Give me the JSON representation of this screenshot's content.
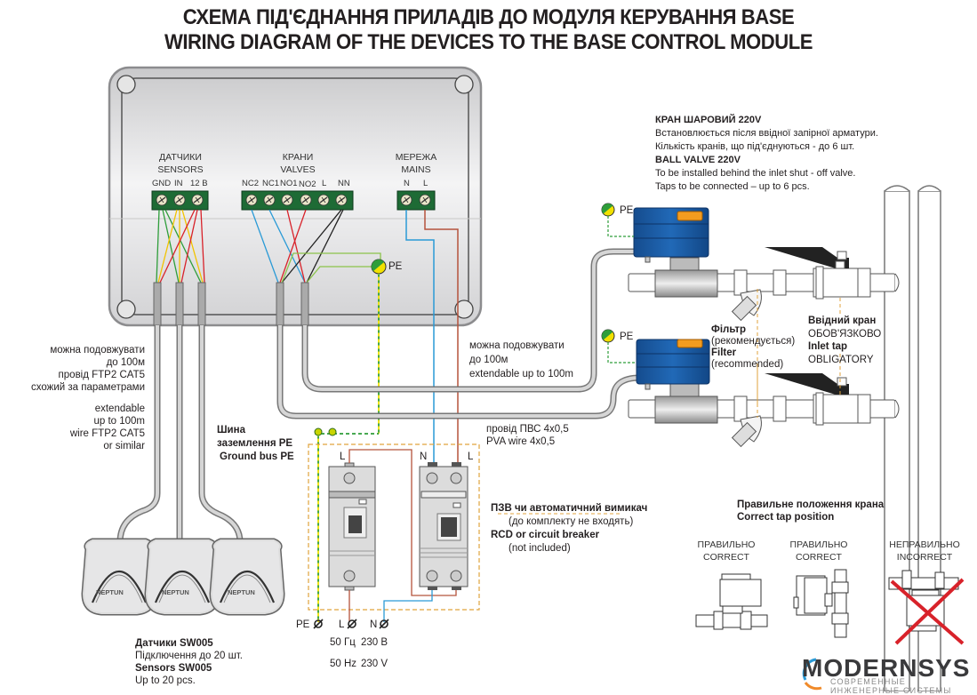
{
  "title": {
    "line1": "СХЕМА ПІД'ЄДНАННЯ ПРИЛАДІВ ДО МОДУЛЯ КЕРУВАННЯ BASE",
    "line2": "WIRING DIAGRAM OF THE DEVICES TO THE BASE CONTROL MODULE"
  },
  "module": {
    "sensors": {
      "label_ua": "ДАТЧИКИ",
      "label_en": "SENSORS",
      "terminals": [
        "GND",
        "IN",
        "12 B"
      ]
    },
    "valves": {
      "label_ua": "КРАНИ",
      "label_en": "VALVES",
      "terminals": [
        "NC2",
        "NC1",
        "NO1",
        "NO2",
        "L",
        "NN"
      ]
    },
    "mains": {
      "label_ua": "МЕРЕЖА",
      "label_en": "MAINS",
      "terminals": [
        "N",
        "L"
      ]
    },
    "pe_label": "PE"
  },
  "sensor_cable_note": {
    "ua": [
      "можна подовжувати",
      "до 100м",
      "провід FTP2 CAT5",
      "схожий за параметрами"
    ],
    "en": [
      "extendable",
      "up to 100m",
      "wire FTP2 CAT5",
      "or similar"
    ]
  },
  "valve_cable_note": {
    "lines": [
      "можна подовжувати",
      "до 100м",
      "extendable up to 100m"
    ]
  },
  "ball_valve": {
    "title_ua": "КРАН ШАРОВИЙ 220V",
    "desc_ua": [
      "Встановлюється після ввідної запірної арматури.",
      "Кількість кранів, що під'єднуються - до 6 шт."
    ],
    "title_en": "BALL VALVE 220V",
    "desc_en": [
      "To be installed behind the inlet shut - off valve.",
      "Taps to be connected – up to 6 pcs."
    ],
    "pe_label": "PE"
  },
  "filter": {
    "title_ua": "Фільтр",
    "sub_ua": "(рекомендується)",
    "title_en": "Filter",
    "sub_en": "(recommended)"
  },
  "inlet_tap": {
    "title_ua": "Ввідний кран",
    "sub_ua": "ОБОВ'ЯЗКОВО",
    "title_en": "Inlet tap",
    "sub_en": "OBLIGATORY"
  },
  "pva_wire": {
    "ua": "провід ПВС 4х0,5",
    "en": "PVA wire 4x0,5"
  },
  "ground_bus": {
    "line1": "Шина",
    "line2": "заземлення PE",
    "line3": "Ground bus PE"
  },
  "breakers": {
    "left_label": "L",
    "right_labels": [
      "N",
      "L"
    ],
    "note_ua": "ПЗВ чи автоматичний вимикач",
    "note_ua_sub": "(до комплекту не входять)",
    "note_en": "RCD or circuit breaker",
    "note_en_sub": "(not included)"
  },
  "power_input": {
    "terminals": [
      "PE",
      "L",
      "N"
    ],
    "freq_ua": "50 Гц",
    "volt_ua": "230 В",
    "freq_en": "50 Hz",
    "volt_en": "230 V"
  },
  "sensors_caption": {
    "title_ua": "Датчики SW005",
    "sub_ua": "Підключення до 20 шт.",
    "title_en": "Sensors SW005",
    "sub_en": "Up to 20 pcs.",
    "brand": "NEPTUN"
  },
  "tap_position": {
    "title_ua": "Правильне положення крана",
    "title_en": "Correct tap position",
    "options": [
      {
        "ua": "ПРАВИЛЬНО",
        "en": "CORRECT",
        "ok": true
      },
      {
        "ua": "ПРАВИЛЬНО",
        "en": "CORRECT",
        "ok": true
      },
      {
        "ua": "НЕПРАВИЛЬНО",
        "en": "INCORRECT",
        "ok": false
      }
    ]
  },
  "logo": {
    "name": "MODERNSYS",
    "tagline": "СОВРЕМЕННЫЕ ИНЖЕНЕРНЫЕ СИСТЕМЫ"
  },
  "colors": {
    "terminal_green": "#1e6b35",
    "valve_blue": "#1d5fa8",
    "valve_orange": "#f39c1f",
    "wire_green": "#2e9d3a",
    "wire_yellow": "#f2c300",
    "wire_red": "#d8222a",
    "wire_blue": "#2a9ad6",
    "wire_brown": "#b5533c",
    "wire_black": "#222222",
    "cross_red": "#d8222a"
  }
}
